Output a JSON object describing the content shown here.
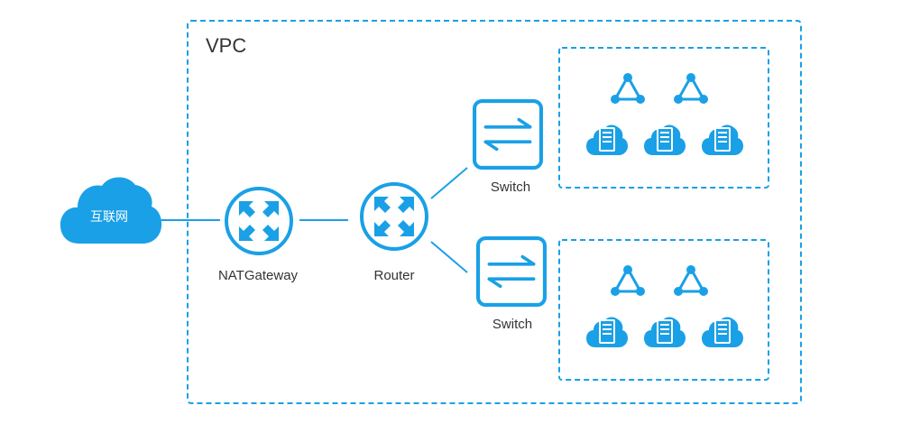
{
  "vpc": {
    "title": "VPC"
  },
  "internet": {
    "label": "互联网"
  },
  "nat_gateway": {
    "label": "NATGateway"
  },
  "router": {
    "label": "Router"
  },
  "switches": [
    {
      "label": "Switch"
    },
    {
      "label": "Switch"
    }
  ],
  "colors": {
    "accent": "#1aa0e6",
    "vpc_border": "#1aa0e6",
    "text": "#333333"
  }
}
